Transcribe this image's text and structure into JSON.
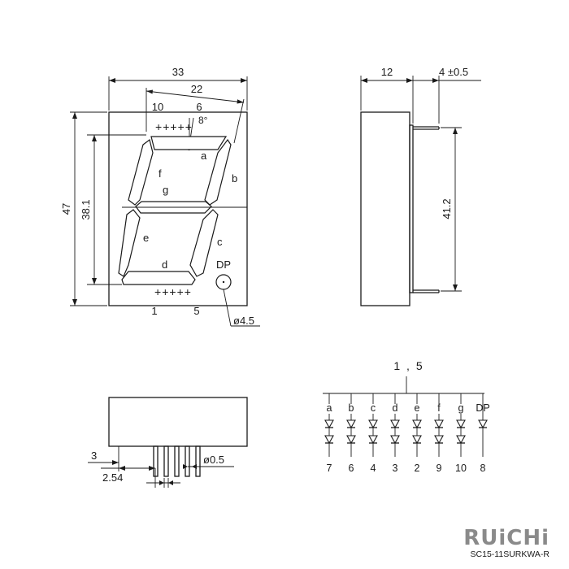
{
  "front_view": {
    "dim_width": "33",
    "dim_digit_width": "22",
    "dim_height": "47",
    "dim_digit_height": "38.1",
    "slant_angle": "8°",
    "top_pin_left": "10",
    "top_pin_right": "6",
    "bottom_pin_left": "1",
    "bottom_pin_right": "5",
    "pins_marker": "+++++",
    "segments": [
      "a",
      "b",
      "c",
      "d",
      "e",
      "f",
      "g"
    ],
    "dp_label": "DP",
    "dp_diameter": "ø4.5"
  },
  "side_view": {
    "dim_depth": "12",
    "dim_pin_length": "4 ±0.5",
    "dim_pin_span": "41.2"
  },
  "bottom_view": {
    "dim_pin_offset": "3",
    "dim_pitch": "2.54",
    "dim_pin_diameter": "ø0.5"
  },
  "circuit": {
    "common_label": "1 , 5",
    "columns": [
      {
        "segment": "a",
        "pin": "7"
      },
      {
        "segment": "b",
        "pin": "6"
      },
      {
        "segment": "c",
        "pin": "4"
      },
      {
        "segment": "d",
        "pin": "3"
      },
      {
        "segment": "e",
        "pin": "2"
      },
      {
        "segment": "f",
        "pin": "9"
      },
      {
        "segment": "g",
        "pin": "10"
      },
      {
        "segment": "DP",
        "pin": "8"
      }
    ]
  },
  "branding": {
    "logo": "RUiCHi",
    "model": "SC15-11SURKWA-R"
  }
}
